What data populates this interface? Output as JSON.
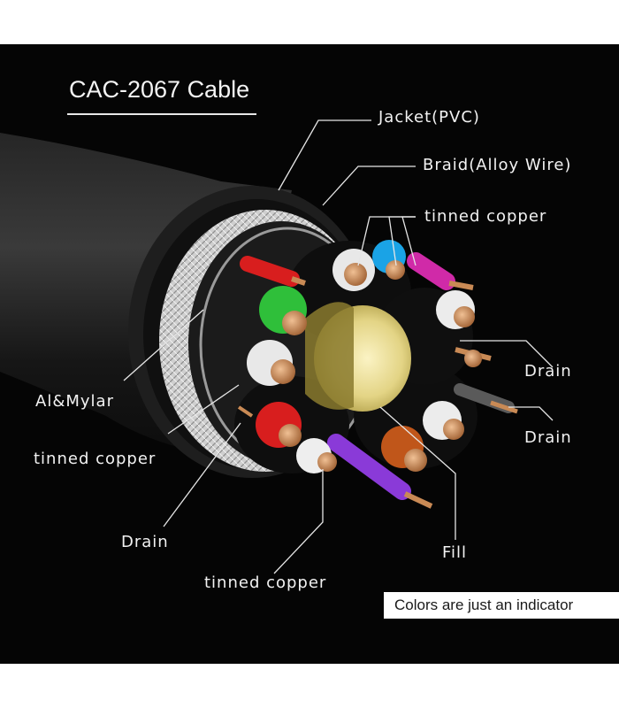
{
  "title": "CAC-2067 Cable",
  "labels": {
    "jacket": "Jacket(PVC)",
    "braid": "Braid(Alloy Wire)",
    "tinned_copper_top": "tinned copper",
    "drain_right_upper": "Drain",
    "drain_right_lower": "Drain",
    "al_mylar": "Al&Mylar",
    "tinned_copper_left": "tinned copper",
    "drain_left": "Drain",
    "tinned_copper_bottom": "tinned copper",
    "fill": "Fill"
  },
  "note": "Colors are just an indicator",
  "colors": {
    "background": "#050505",
    "jacket": "#1c1c1c",
    "braid": "#d8d8d8",
    "copper": "#c98a55",
    "fill": "#e8dc8c",
    "wire_red": "#d81e1e",
    "wire_blue": "#1aa3e6",
    "wire_magenta": "#d02aa8",
    "wire_green": "#2fbf3a",
    "wire_orange": "#c0561a",
    "wire_purple": "#8a3ad8",
    "wire_white": "#eeeeee",
    "wire_black": "#141414"
  }
}
